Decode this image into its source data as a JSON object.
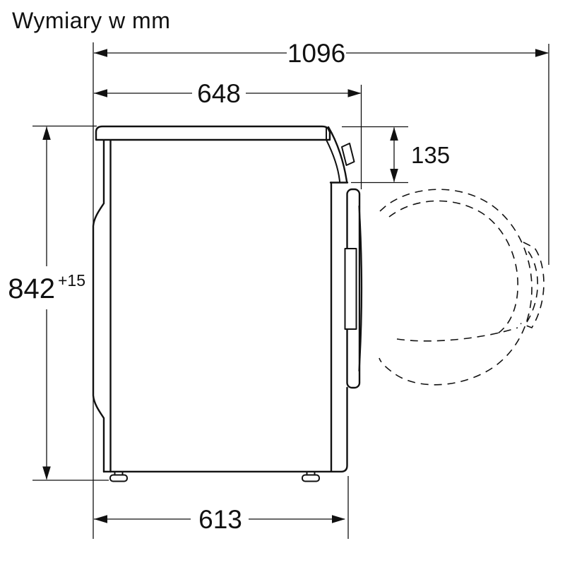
{
  "title": "Wymiary w mm",
  "labels": {
    "overall_depth_door_open": "1096",
    "overall_depth": "648",
    "top_recess_height": "135",
    "height_value": "842",
    "height_tolerance": "+15",
    "base_depth": "613"
  },
  "colors": {
    "line": "#111111",
    "background": "#ffffff"
  }
}
